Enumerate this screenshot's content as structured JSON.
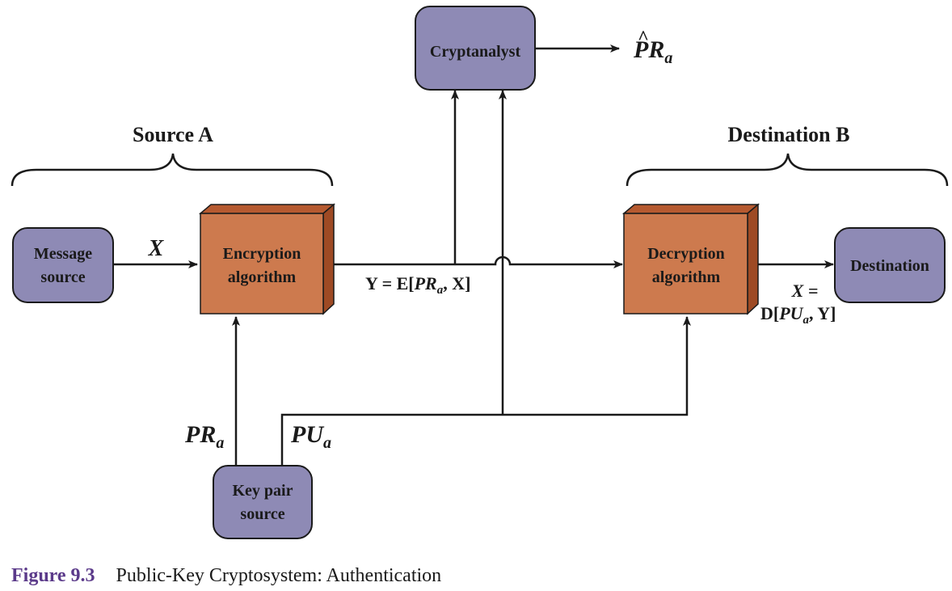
{
  "headings": {
    "source": "Source A",
    "destination": "Destination B"
  },
  "boxes": {
    "message_source": [
      "Message",
      "source"
    ],
    "encryption": [
      "Encryption",
      "algorithm"
    ],
    "decryption": [
      "Decryption",
      "algorithm"
    ],
    "destination": [
      "Destination"
    ],
    "cryptanalyst": [
      "Cryptanalyst"
    ],
    "key_pair_source": [
      "Key pair",
      "source"
    ]
  },
  "labels": {
    "x_input": "X",
    "y_eq_prefix": "Y = E[",
    "y_eq_key": "PR",
    "y_eq_sub": "a",
    "y_eq_suffix": ", X]",
    "x_out_line1": "X =",
    "x_out_line2_prefix": "D[",
    "x_out_line2_key": "PU",
    "x_out_line2_sub": "a",
    "x_out_line2_suffix": ", Y]",
    "pr_key": "PR",
    "pr_sub": "a",
    "pu_key": "PU",
    "pu_sub": "a",
    "estimate_key": "PR",
    "estimate_hat": "^",
    "estimate_sub": "a"
  },
  "caption": {
    "number": "Figure 9.3",
    "text": "Public-Key Cryptosystem: Authentication"
  },
  "colors": {
    "purple_box": "#8e8ab5",
    "orange_box": "#cd7a4e",
    "orange_top": "#b65a30",
    "orange_side": "#9e4a24",
    "caption_accent": "#5b3a8a"
  }
}
